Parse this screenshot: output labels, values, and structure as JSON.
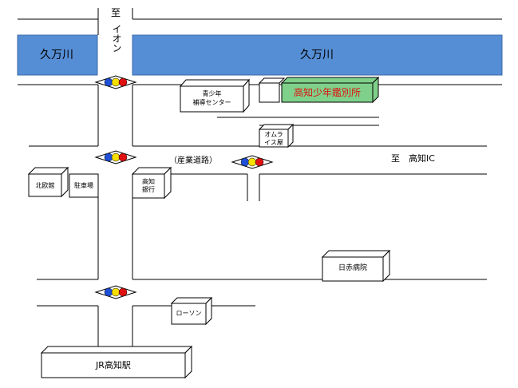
{
  "river": {
    "left_label": "久万川",
    "right_label": "久万川",
    "color": "#558ed5"
  },
  "directions": {
    "north_top": "至",
    "north_bottom": "イオン",
    "east": "至　高知IC"
  },
  "roads": {
    "industrial_road": "（産業道路）"
  },
  "buildings": {
    "youth_center_line1": "青少年",
    "youth_center_line2": "補導センター",
    "kanbetsusho": "高知少年鑑別所",
    "omura_line1": "オムラ",
    "omura_line2": "イス屋",
    "hokuo": "北欧館",
    "parking": "駐車場",
    "bank_line1": "高知",
    "bank_line2": "銀行",
    "hospital": "日赤病院",
    "lawson": "ローソン",
    "station": "JR高知駅"
  },
  "colors": {
    "highlight_fill": "#7fd08a",
    "highlight_text": "#e01010",
    "signal_blue": "#1f4fd6",
    "signal_yellow": "#f5e000",
    "signal_red": "#e01010"
  },
  "icons": {
    "traffic_signal": "traffic-signal-icon"
  }
}
